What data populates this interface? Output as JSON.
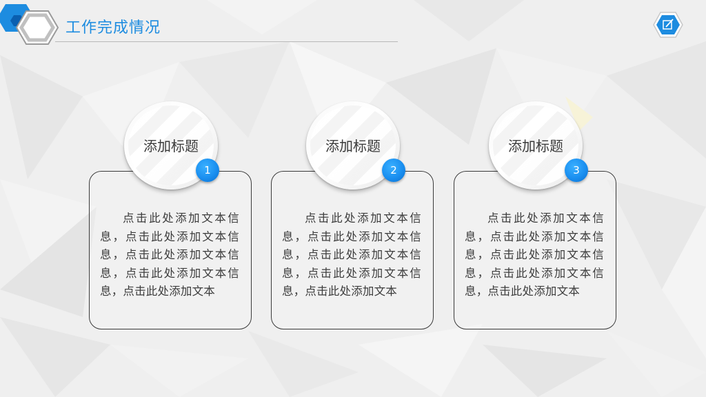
{
  "header": {
    "title": "工作完成情况"
  },
  "colors": {
    "accent": "#1d8ce0",
    "badge": "#1a8ff0",
    "border": "#3a3a3a",
    "text": "#3c3c3c"
  },
  "icons": {
    "logo": "hexagon-logo-icon",
    "corner": "edit-hexagon-icon"
  },
  "cards": [
    {
      "number": "1",
      "title": "添加标题",
      "body": "点击此处添加文本信息，点击此处添加文本信息，点击此处添加文本信息，点击此处添加文本信息，点击此处添加文本"
    },
    {
      "number": "2",
      "title": "添加标题",
      "body": "点击此处添加文本信息，点击此处添加文本信息，点击此处添加文本信息，点击此处添加文本信息，点击此处添加文本"
    },
    {
      "number": "3",
      "title": "添加标题",
      "body": "点击此处添加文本信息，点击此处添加文本信息，点击此处添加文本信息，点击此处添加文本信息，点击此处添加文本"
    }
  ]
}
